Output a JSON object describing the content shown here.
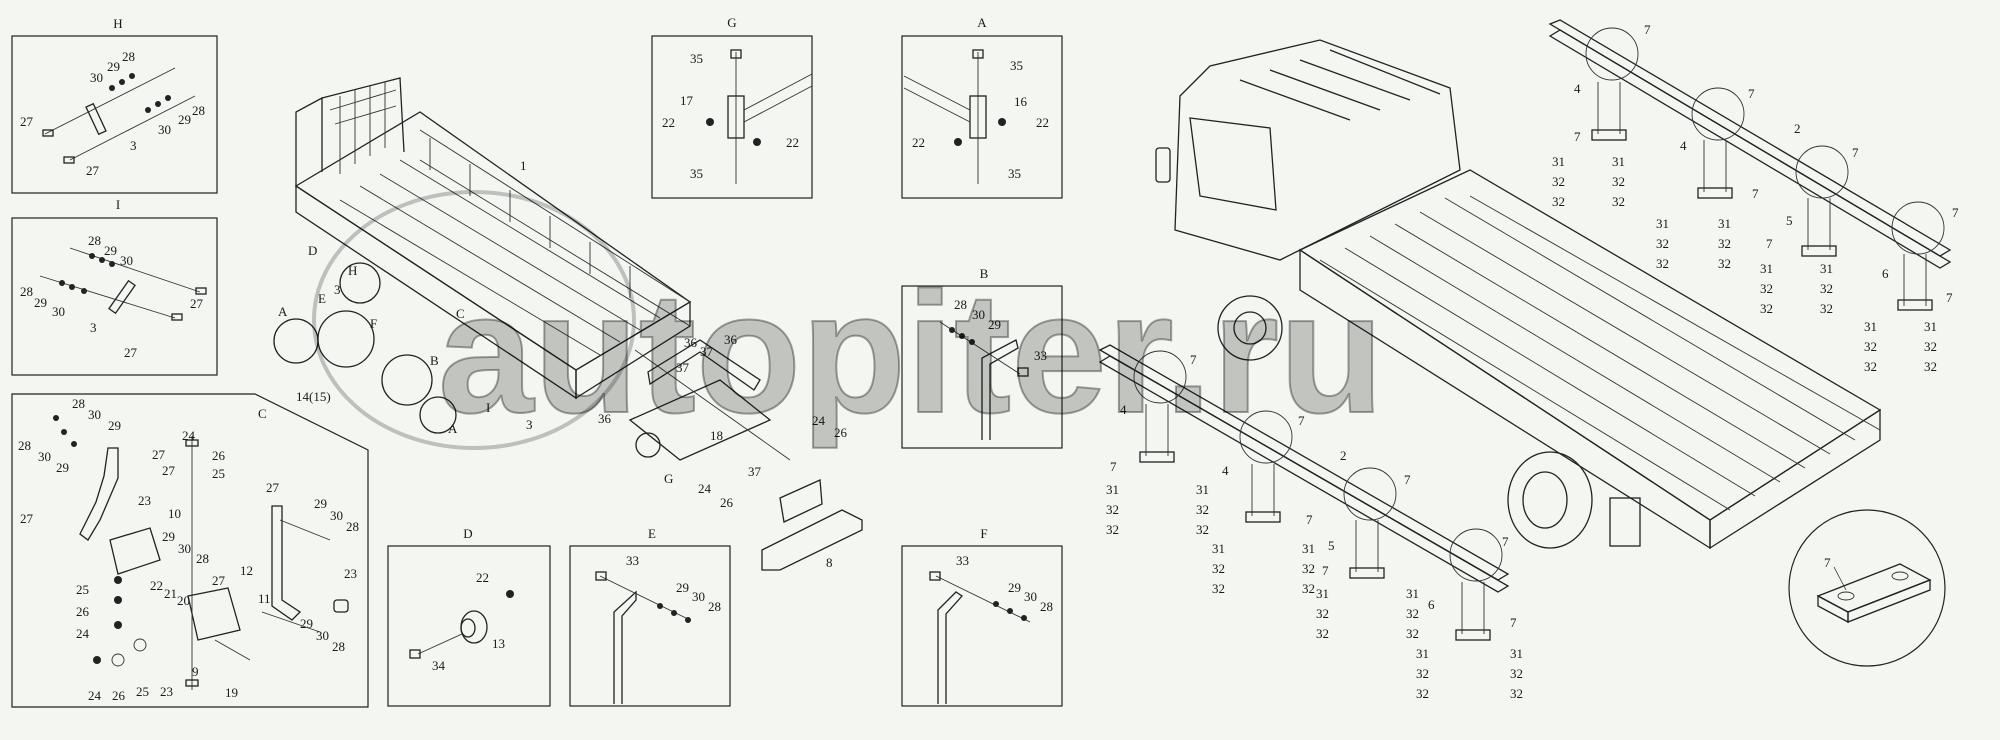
{
  "panels": {
    "H": {
      "title": "H",
      "labels": [
        "28",
        "29",
        "30",
        "27",
        "27",
        "3",
        "28",
        "29",
        "30"
      ]
    },
    "I": {
      "title": "I",
      "labels": [
        "28",
        "29",
        "30",
        "28",
        "29",
        "30",
        "27",
        "3",
        "27"
      ]
    },
    "C": {
      "title": "C",
      "labels": [
        "28",
        "30",
        "29",
        "28",
        "30",
        "29",
        "27",
        "27",
        "27",
        "23",
        "10",
        "29",
        "30",
        "28",
        "22",
        "21",
        "20",
        "25",
        "26",
        "24",
        "24",
        "26",
        "25",
        "23",
        "9",
        "27",
        "11",
        "12",
        "23",
        "29",
        "30",
        "28",
        "27",
        "29",
        "30",
        "28",
        "19",
        "24",
        "26",
        "25"
      ]
    },
    "G": {
      "title": "G",
      "labels": [
        "35",
        "17",
        "22",
        "22",
        "35"
      ]
    },
    "A": {
      "title": "A",
      "labels": [
        "35",
        "16",
        "22",
        "22",
        "35"
      ]
    },
    "B": {
      "title": "B",
      "labels": [
        "28",
        "30",
        "29",
        "33"
      ]
    },
    "D": {
      "title": "D",
      "labels": [
        "22",
        "13",
        "34"
      ]
    },
    "E": {
      "title": "E",
      "labels": [
        "33",
        "29",
        "30",
        "28"
      ]
    },
    "F": {
      "title": "F",
      "labels": [
        "33",
        "29",
        "30",
        "28"
      ]
    }
  },
  "bed": {
    "labels": [
      "1",
      "D",
      "H",
      "3",
      "E",
      "A",
      "F",
      "C",
      "14(15)",
      "B",
      "A",
      "I",
      "3",
      "36",
      "37",
      "36",
      "37",
      "36",
      "18",
      "G",
      "24",
      "26",
      "37",
      "24",
      "26",
      "8"
    ]
  },
  "rightBed": {
    "labels": [
      "7",
      "4",
      "7",
      "2",
      "7",
      "4",
      "7",
      "7",
      "5",
      "7",
      "6",
      "7"
    ]
  },
  "frameUpper": {
    "labels": [
      "7",
      "4",
      "7",
      "31",
      "31",
      "32",
      "32",
      "32",
      "32",
      "7",
      "4",
      "7",
      "2",
      "31",
      "31",
      "32",
      "32",
      "32",
      "32",
      "7",
      "5",
      "7",
      "31",
      "31",
      "32",
      "32",
      "32",
      "32",
      "7",
      "6",
      "7",
      "31",
      "31",
      "32",
      "32",
      "32",
      "32"
    ]
  },
  "frameLower": {
    "labels": [
      "7",
      "4",
      "7",
      "31",
      "31",
      "32",
      "32",
      "32",
      "32",
      "7",
      "4",
      "7",
      "2",
      "31",
      "31",
      "32",
      "32",
      "32",
      "32",
      "7",
      "5",
      "7",
      "31",
      "31",
      "32",
      "32",
      "32",
      "32",
      "7",
      "6",
      "7",
      "31",
      "31",
      "32",
      "32",
      "32",
      "32"
    ]
  },
  "detail7": {
    "label": "7"
  },
  "watermark": {
    "text": "autopiter.ru"
  }
}
